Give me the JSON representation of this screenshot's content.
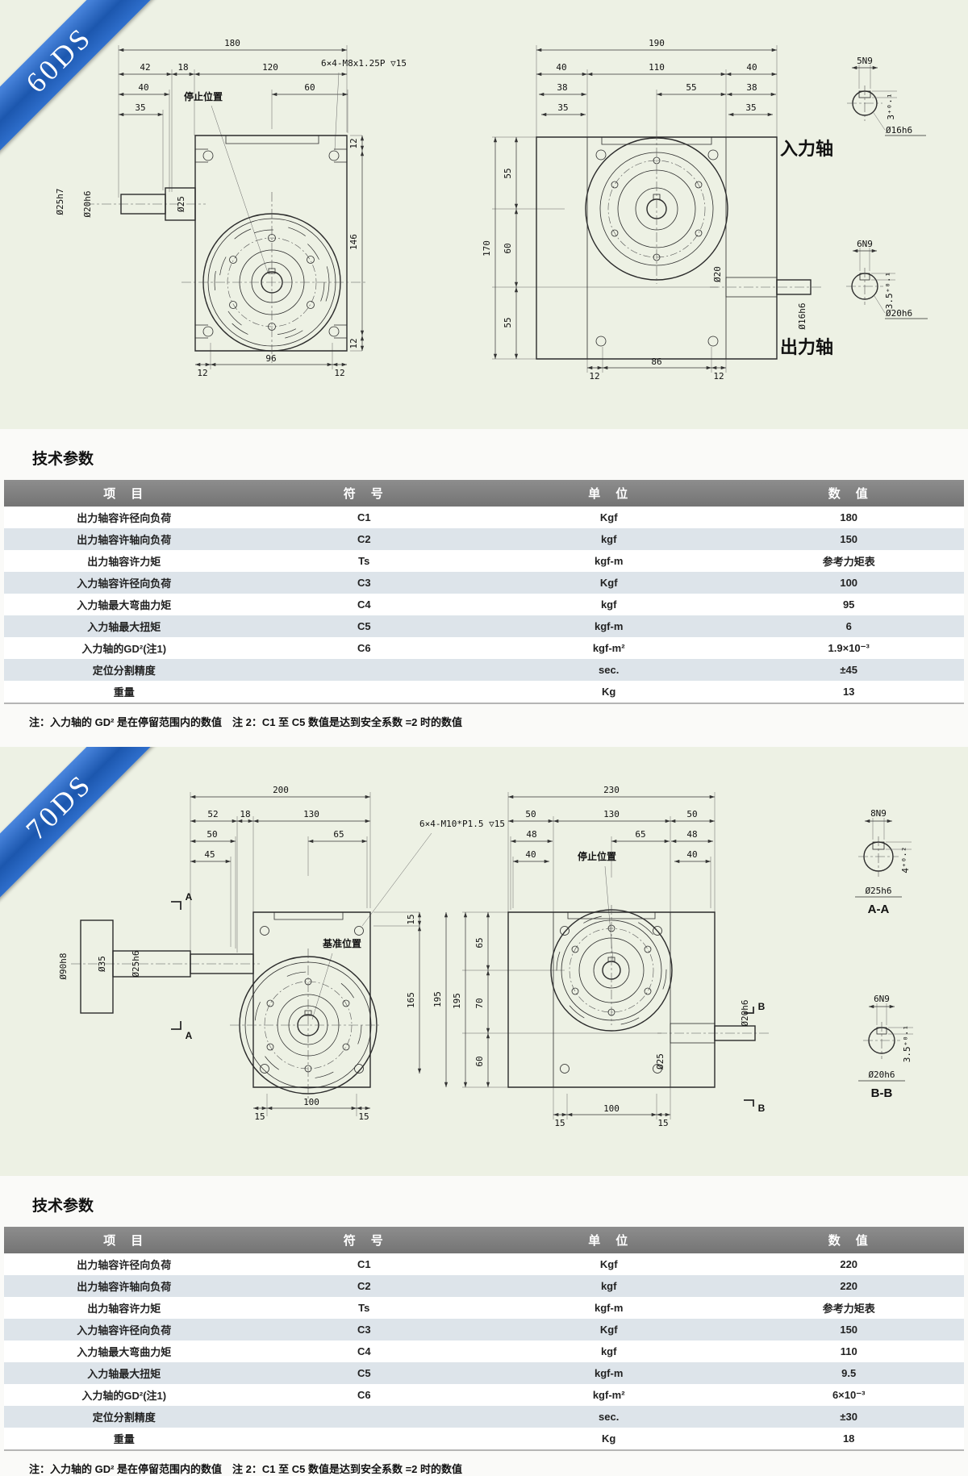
{
  "page": {
    "panel_bg": "#edf1e4",
    "ribbon_blue": "#1c57ae",
    "header_gray": "#7f7f7f",
    "stripe_blue": "#dde4ea"
  },
  "sections": [
    {
      "ribbon": "60DS",
      "tech_title": "技术参数",
      "note": "注：入力轴的 GD² 是在停留范围内的数值　注 2：C1 至 C5 数值是达到安全系数 =2 时的数值",
      "table": {
        "headers": [
          "项　目",
          "符　号",
          "单　位",
          "数　值"
        ],
        "rows": [
          [
            "出力轴容许径向负荷",
            "C1",
            "Kgf",
            "180"
          ],
          [
            "出力轴容许轴向负荷",
            "C2",
            "kgf",
            "150"
          ],
          [
            "出力轴容许力矩",
            "Ts",
            "kgf-m",
            "参考力矩表"
          ],
          [
            "入力轴容许径向负荷",
            "C3",
            "Kgf",
            "100"
          ],
          [
            "入力轴最大弯曲力矩",
            "C4",
            "kgf",
            "95"
          ],
          [
            "入力轴最大扭矩",
            "C5",
            "kgf-m",
            "6"
          ],
          [
            "入力轴的GD²(注1)",
            "C6",
            "kgf-m²",
            "1.9×10⁻³"
          ],
          [
            "定位分割精度",
            "",
            "sec.",
            "±45"
          ],
          [
            "重量",
            "",
            "Kg",
            "13"
          ]
        ]
      },
      "drawing": {
        "front": {
          "dim_total": "180",
          "dim_a": "42",
          "dim_b": "18",
          "dim_c": "120",
          "dim_d": "40",
          "dim_e": "35",
          "dim_f": "60",
          "callout": "6×4-M8x1.25P ▽15",
          "pos_label": "停止位置",
          "shaft_dia_1": "Ø25h7",
          "shaft_dia_2": "Ø20h6",
          "shaft_dia_3": "Ø25",
          "right_dim_1": "12",
          "right_dim_2": "146",
          "right_dim_3": "12",
          "bot_dim_1": "12",
          "bot_dim_2": "96",
          "bot_dim_3": "12"
        },
        "side": {
          "dim_total": "190",
          "dim_a": "40",
          "dim_b": "110",
          "dim_c": "40",
          "dim_d": "38",
          "dim_e": "55",
          "dim_f": "38",
          "dim_g": "35",
          "dim_h": "35",
          "left_dim_1": "55",
          "left_dim_2": "60",
          "left_dim_3": "55",
          "left_dim_4": "170",
          "shaft_dia_1": "Ø20",
          "shaft_dia_2": "Ø16h6",
          "bot_dim_1": "12",
          "bot_dim_2": "86",
          "bot_dim_3": "12"
        },
        "key_sections": [
          {
            "key": "5N9",
            "depth": "3⁺⁰·¹",
            "dia": "Ø16h6",
            "title": "入力轴"
          },
          {
            "key": "6N9",
            "depth": "3.5⁺⁰·¹",
            "dia": "Ø20h6",
            "title": "出力轴"
          }
        ]
      }
    },
    {
      "ribbon": "70DS",
      "tech_title": "技术参数",
      "note": "注：入力轴的 GD² 是在停留范围内的数值　注 2：C1 至 C5 数值是达到安全系数 =2 时的数值",
      "table": {
        "headers": [
          "项　目",
          "符　号",
          "单　位",
          "数　值"
        ],
        "rows": [
          [
            "出力轴容许径向负荷",
            "C1",
            "Kgf",
            "220"
          ],
          [
            "出力轴容许轴向负荷",
            "C2",
            "kgf",
            "220"
          ],
          [
            "出力轴容许力矩",
            "Ts",
            "kgf-m",
            "参考力矩表"
          ],
          [
            "入力轴容许径向负荷",
            "C3",
            "Kgf",
            "150"
          ],
          [
            "入力轴最大弯曲力矩",
            "C4",
            "kgf",
            "110"
          ],
          [
            "入力轴最大扭矩",
            "C5",
            "kgf-m",
            "9.5"
          ],
          [
            "入力轴的GD²(注1)",
            "C6",
            "kgf-m²",
            "6×10⁻³"
          ],
          [
            "定位分割精度",
            "",
            "sec.",
            "±30"
          ],
          [
            "重量",
            "",
            "Kg",
            "18"
          ]
        ]
      },
      "drawing": {
        "front": {
          "dim_total": "200",
          "dim_a": "52",
          "dim_b": "18",
          "dim_c": "130",
          "dim_d": "50",
          "dim_e": "45",
          "dim_f": "65",
          "callout": "6×4-M10*P1.5 ▽15",
          "pos_label": "基准位置",
          "sec_mark": "A",
          "shaft_dia_1": "Ø90h8",
          "shaft_dia_2": "Ø35",
          "shaft_dia_3": "Ø25h6",
          "right_dim_1": "15",
          "right_dim_2": "165",
          "right_dim_3": "195",
          "bot_dim_1": "15",
          "bot_dim_2": "100",
          "bot_dim_3": "15"
        },
        "side": {
          "dim_total": "230",
          "dim_a": "50",
          "dim_b": "130",
          "dim_c": "50",
          "dim_d": "48",
          "dim_e": "65",
          "dim_f": "48",
          "dim_g": "40",
          "dim_h": "40",
          "pos_label": "停止位置",
          "sec_mark": "B",
          "left_dim_1": "65",
          "left_dim_2": "70",
          "left_dim_3": "60",
          "left_dim_4": "195",
          "shaft_dia_1": "Ø25",
          "shaft_dia_2": "Ø20h6",
          "bot_dim_1": "15",
          "bot_dim_2": "100",
          "bot_dim_3": "15"
        },
        "key_sections": [
          {
            "key": "8N9",
            "depth": "4⁺⁰·²",
            "dia": "Ø25h6",
            "title": "A-A"
          },
          {
            "key": "6N9",
            "depth": "3.5⁺⁰·¹",
            "dia": "Ø20h6",
            "title": "B-B"
          }
        ]
      }
    }
  ]
}
